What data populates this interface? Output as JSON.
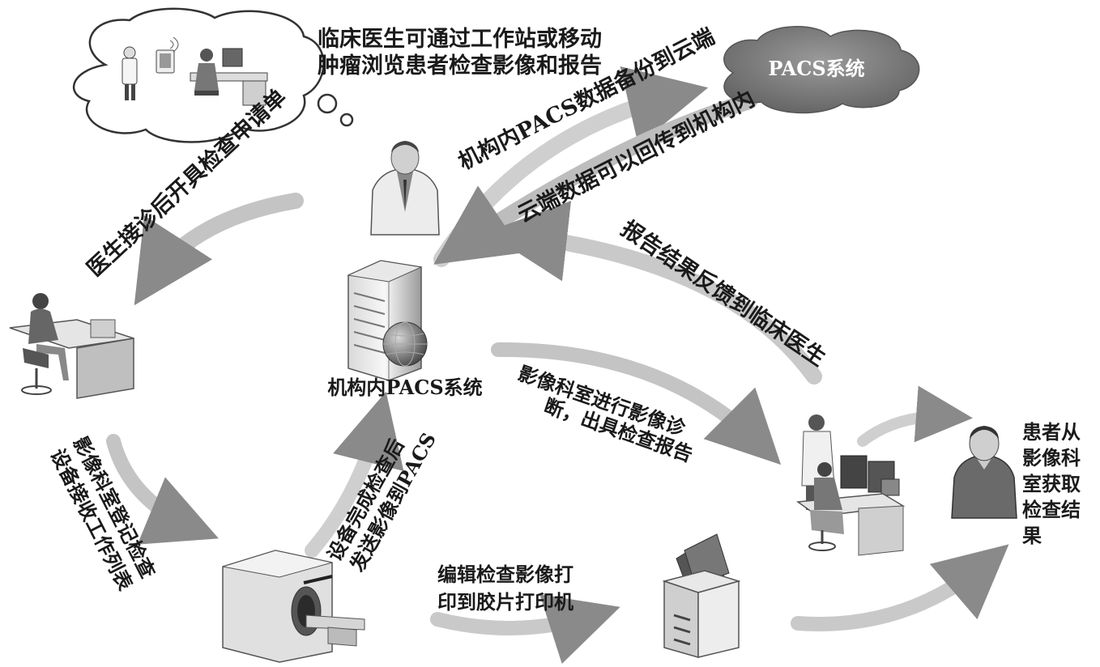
{
  "cloud_label": "PACS系统",
  "server_label": "机构内PACS系统",
  "thought_text": [
    "临床医生可通过工作站或移动",
    "肿瘤浏览患者检查影像和报告"
  ],
  "flows": {
    "backup": "机构内PACS数据备份到云端",
    "restore": "云端数据可以回传到机构内",
    "order": "医生接诊后开具检查申请单",
    "register": [
      "影像科室登记检查",
      "设备接收工作列表"
    ],
    "send": [
      "设备完成检查后",
      "发送影像到PACS"
    ],
    "feedback": "报告结果反馈到临床医生",
    "diagnose": [
      "影像科室进行影像诊",
      "断，出具检查报告"
    ],
    "print": [
      "编辑检查影像打",
      "印到胶片打印机"
    ],
    "patient": [
      "患者从",
      "影像科",
      "室获取",
      "检查结",
      "果"
    ]
  },
  "icons": {
    "cloud": "cloud-icon",
    "server": "server-globe-icon",
    "doctor": "doctor-icon",
    "reception": "reception-desk-icon",
    "scanner": "ct-scanner-icon",
    "printer": "film-printer-icon",
    "workstation": "radiology-workstation-icon",
    "patient": "patient-icon",
    "thought": "thought-bubble-icon"
  }
}
